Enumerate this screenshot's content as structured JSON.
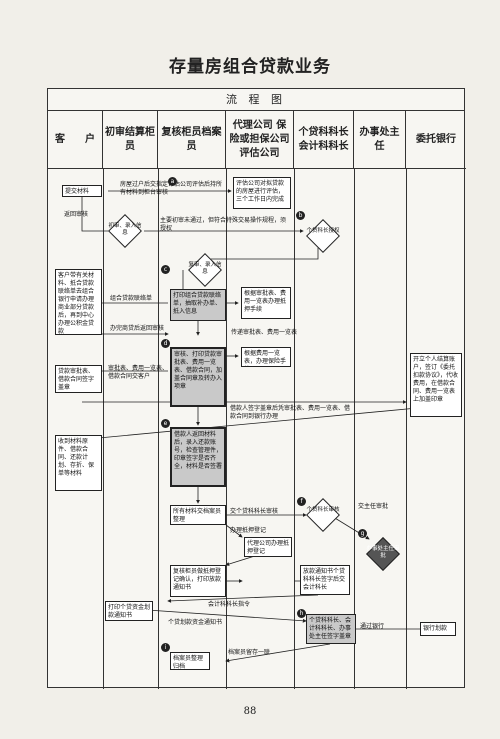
{
  "title": "存量房组合贷款业务",
  "flowchart_title": "流 程 图",
  "lanes": [
    "客　　户",
    "初审结算柜员",
    "复核柜员档案员",
    "代理公司 保险或担保公司 评估公司",
    "个贷科科长会计科科长",
    "办事处主任",
    "委托银行"
  ],
  "boxes": {
    "submit": "提交材料",
    "appraise": "评估公司对拟贷款的房屋进行评估，三个工作日内完成",
    "client_sign": "客户带有关材料、抵合贷款联络单去组合银行申请办理商业部分贷款后，再到中心办理公积金贷款",
    "print_contact": "打印组合贷款联络单，抽取补办单、抵入信息",
    "fee_list": "根据审批表、费用一览表办理抵押手续",
    "review_print": "审核、打印贷款审批表、费用一览表、借款合同，加盖合同章及转办入项章",
    "insurance": "根据费用一览表，办理保险手续",
    "client_sign2": "贷款审批表、借款合同签字盖章",
    "loan_contract": "借款人返回材料后，录入还款账号，检查管理件，印章签字是否齐全，材料是否签署",
    "bank_open": "开立个人结算账户，签订《委托扣款协议》，代收费用，在借款合同、费用一览表上加盖印章",
    "collect_docs": "收到材料原件、借款合同、还款计划、存折、保单等材料",
    "all_docs": "所有材料交档案员整理",
    "mortgage_reg": "代理公司办理抵押登记",
    "recheck_print": "复核柜员做抵押登记确认，打印放款通知书",
    "notify_sign": "放款通知书个贷科科长签字后交会计科长",
    "print_notice": "打印个贷资金划款通知书",
    "manager_sign": "个贷科科长、会计科科长、办事处主任签字盖章",
    "bank_transfer": "银行划款",
    "archive": "档案员整理归档"
  },
  "diamonds": {
    "first_review": "初审、录入信息",
    "second_review": "复审、录入信息",
    "chief_auth": "个贷科长授权",
    "chief_review": "个贷科长审核",
    "director_review": "办事处主任审批"
  },
  "labels": {
    "l1": "房屋过户后交指定评估公司评估后持所有材料到柜台审核",
    "l2": "返回审核",
    "l3": "主要初审未通过，但符合特殊交易操作规程，须授权",
    "l4": "组合贷款联络单",
    "l5": "办完商贷后返回审核",
    "l6": "传递审批表、费用一览表",
    "l7": "审批表、费用一览表、借款合同交客户",
    "l8": "借款人签字盖章后凭审批表、费用一览表、借款合同到银行办理",
    "l9": "交个贷科科长审核",
    "l10": "交主任审批",
    "l11": "办理抵押登记",
    "l12": "会计科科长指令",
    "l13": "个贷划款资金通知书",
    "l14": "通过银行",
    "l15": "档案员留存一联"
  },
  "steps": [
    "a",
    "b",
    "c",
    "d",
    "e",
    "f",
    "g",
    "h",
    "i"
  ],
  "page_number": "88"
}
